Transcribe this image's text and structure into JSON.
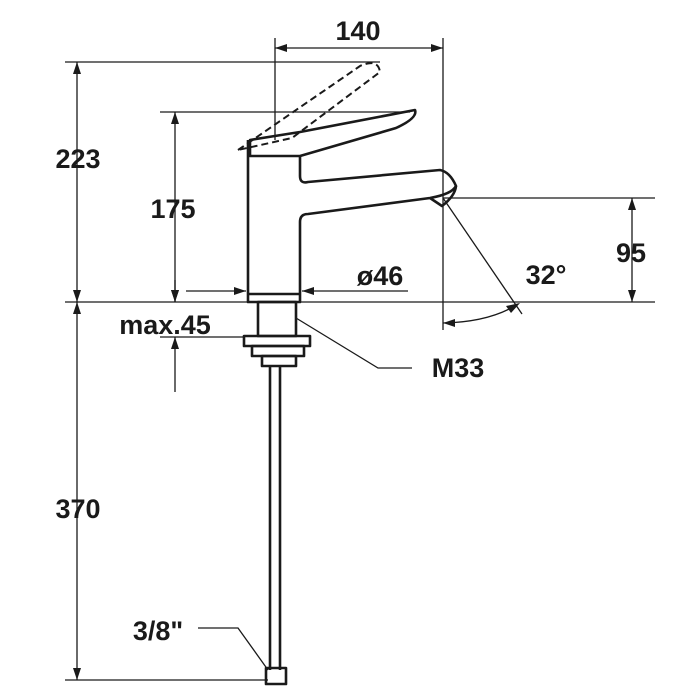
{
  "drawing": {
    "labels": {
      "width_spout": "140",
      "height_total": "223",
      "height_body": "175",
      "height_spout": "95",
      "angle": "32°",
      "diameter": "ø46",
      "max_thickness": "max.45",
      "thread": "M33",
      "hose_length": "370",
      "connection": "3/8\""
    },
    "colors": {
      "line": "#1a1a1a",
      "background": "#ffffff"
    }
  }
}
